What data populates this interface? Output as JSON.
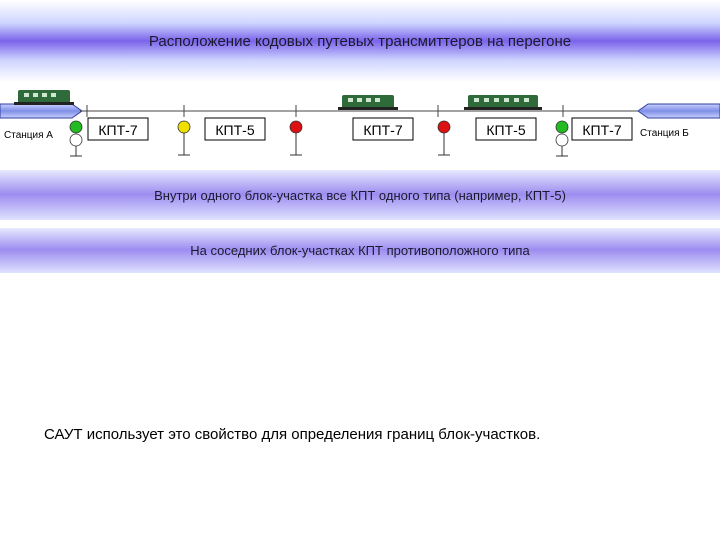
{
  "title": "Расположение кодовых путевых трансмиттеров на перегоне",
  "stations": {
    "a": "Станция А",
    "b": "Станция Б"
  },
  "kpt_labels": [
    "КПТ-7",
    "КПТ-5",
    "КПТ-7",
    "КПТ-5",
    "КПТ-7"
  ],
  "signals": [
    {
      "name": "signal-1",
      "top": "green",
      "bottom": "white",
      "color_hex": "#22bb22"
    },
    {
      "name": "signal-2",
      "top": "yellow",
      "color_hex": "#f0e000"
    },
    {
      "name": "signal-3",
      "top": "red",
      "color_hex": "#dd1111"
    },
    {
      "name": "signal-4",
      "top": "red",
      "color_hex": "#dd1111"
    },
    {
      "name": "signal-5",
      "top": "green",
      "bottom": "white",
      "color_hex": "#22bb22"
    }
  ],
  "trains": [
    "train-icon",
    "train-icon",
    "train-icon"
  ],
  "captions": {
    "block_same_type": "Внутри одного блок-участка все КПТ одного типа (например, КПТ-5)",
    "adjacent_opposite": "На соседних блок-участках КПТ противоположного типа"
  },
  "footer": "САУТ использует это свойство для определения границ блок-участков.",
  "colors": {
    "band": "#7b63ea",
    "platform": "#8090e0",
    "locomotive": "#2f6b3a"
  }
}
